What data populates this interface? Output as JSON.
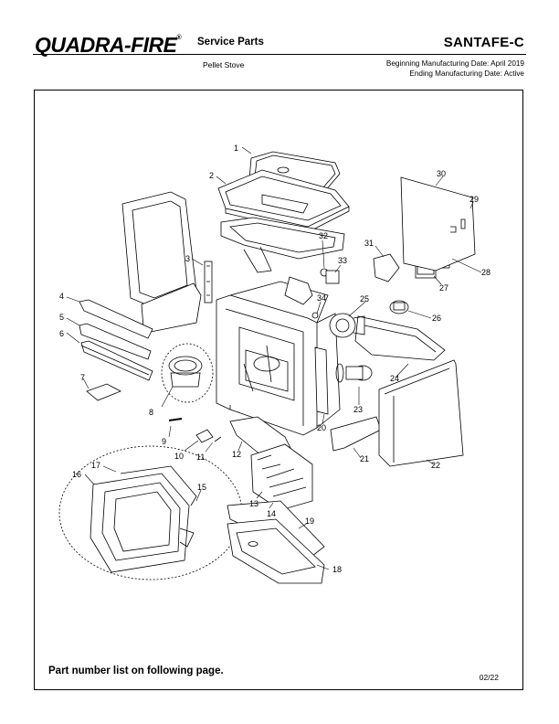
{
  "header": {
    "brand": "QUADRA-FIRE",
    "trademark": "®",
    "doc_type": "Service Parts",
    "model": "SANTAFE-C",
    "product": "Pellet Stove",
    "begin_date": "Beginning Manufacturing Date: April 2019",
    "end_date": "Ending Manufacturing Date: Active"
  },
  "callouts": [
    "1",
    "2",
    "3",
    "4",
    "5",
    "6",
    "7",
    "8",
    "9",
    "10",
    "11",
    "12",
    "13",
    "14",
    "15",
    "16",
    "17",
    "18",
    "19",
    "20",
    "21",
    "22",
    "23",
    "24",
    "25",
    "26",
    "27",
    "28",
    "29",
    "30",
    "31",
    "32",
    "33",
    "34"
  ],
  "footer": {
    "note": "Part number list on following page.",
    "revision": "02/22"
  }
}
